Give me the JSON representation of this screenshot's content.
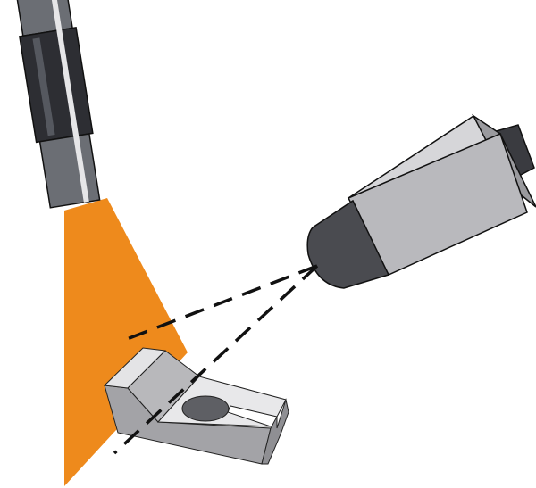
{
  "colors": {
    "beam": "#ee8a1c",
    "light_body": "#55585f",
    "camera_body": "#b9b9bd",
    "camera_lens": "#4a4b50",
    "part": "#c9c9cc",
    "dash": "#111111"
  },
  "elements": [
    "light-source",
    "light-beam",
    "camera",
    "sight-lines",
    "workpiece"
  ]
}
